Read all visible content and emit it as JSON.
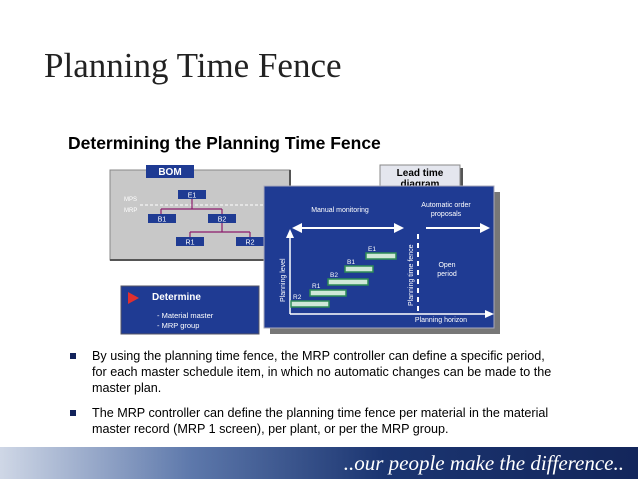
{
  "slide": {
    "title": "Planning Time Fence",
    "subtitle": "Determining the Planning Time Fence"
  },
  "bom": {
    "title": "BOM",
    "side_labels": [
      "MPS",
      "MRP"
    ],
    "nodes": [
      "E1",
      "B1",
      "B2",
      "R1",
      "R2"
    ]
  },
  "lead_time": {
    "line1": "Lead time",
    "line2": "diagram"
  },
  "planning_diagram": {
    "manual_monitoring": "Manual monitoring",
    "auto_line1": "Automatic order",
    "auto_line2": "proposals",
    "y_axis_label": "Planning level",
    "fence_label": "Planning time fence",
    "open_line1": "Open",
    "open_line2": "period",
    "horizon_label": "Planning horizon",
    "bar_labels": [
      "E1",
      "B1",
      "B2",
      "R1",
      "R2"
    ]
  },
  "determine": {
    "title": "Determine",
    "items": [
      "- Material master",
      "- MRP group"
    ]
  },
  "bullets": [
    "By using the planning time fence, the MRP controller can define a specific period, for each master schedule item, in which no automatic changes can be made to the master plan.",
    "The MRP controller can define the planning time fence per material in the material master record (MRP 1 screen), per plant, or per the MRP group."
  ],
  "footer": {
    "tagline": "..our people make the difference.."
  },
  "colors": {
    "navy": "#1f3b93",
    "bom_bg": "#c8c8c8",
    "bar_green": "#2e8b57",
    "bar_fill": "#cfe8d8",
    "label_blue": "#1b3fb0",
    "footer_dark": "#13265b"
  }
}
